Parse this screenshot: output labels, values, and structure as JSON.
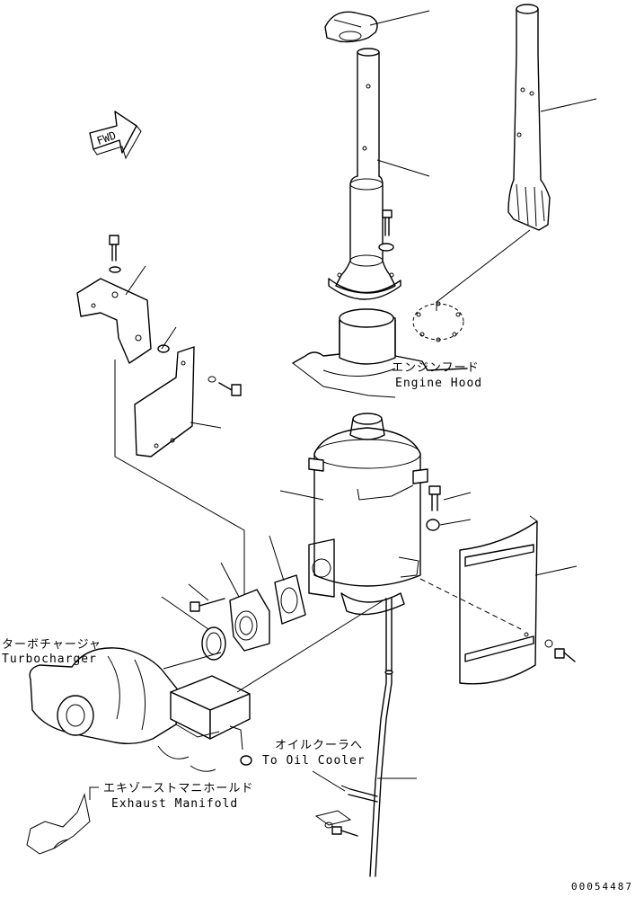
{
  "labels": {
    "fwd": "FWD",
    "engine_hood_jp": "エンジンフード",
    "engine_hood_en": "Engine Hood",
    "turbocharger_jp": "ターボチャージャ",
    "turbocharger_en": "Turbocharger",
    "oil_cooler_jp": "オイルクーラへ",
    "oil_cooler_en": "To Oil Cooler",
    "exhaust_manifold_jp": "エキゾーストマニホールド",
    "exhaust_manifold_en": "Exhaust Manifold"
  },
  "drawing_code": "00054487"
}
